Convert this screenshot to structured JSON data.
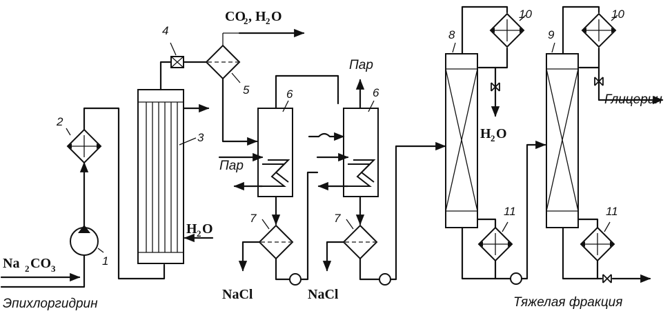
{
  "streams": {
    "na2co3_main": "Na",
    "na2co3_sub2": "2",
    "na2co3_main2": "CO",
    "na2co3_sub3": "3",
    "epichlorohydrin": "Эпихлоргидрин",
    "co2_a": "CO",
    "co2_sub": "2",
    "co2_b": ", H",
    "h2o_sub_top": "2",
    "co2_c": "O",
    "h2o_3_a": "H",
    "h2o_3_sub": "2",
    "h2o_3_b": "O",
    "h2o_8_a": "H",
    "h2o_8_sub": "2",
    "h2o_8_b": "O",
    "steam_left": "Пар",
    "steam_top": "Пар",
    "nacl_1": "NaCl",
    "nacl_2": "NaCl",
    "glycerin": "Глицерин",
    "heavy_fraction": "Тяжелая фракция"
  },
  "equipment_numbers": {
    "pump": "1",
    "heater": "2",
    "reactor": "3",
    "valve_4": "4",
    "condenser_5": "5",
    "evaporator_a": "6",
    "evaporator_b": "6",
    "filter_a": "7",
    "filter_b": "7",
    "column_8": "8",
    "column_9": "9",
    "condenser_10a": "10",
    "condenser_10b": "10",
    "reboiler_11a": "11",
    "reboiler_11b": "11"
  }
}
